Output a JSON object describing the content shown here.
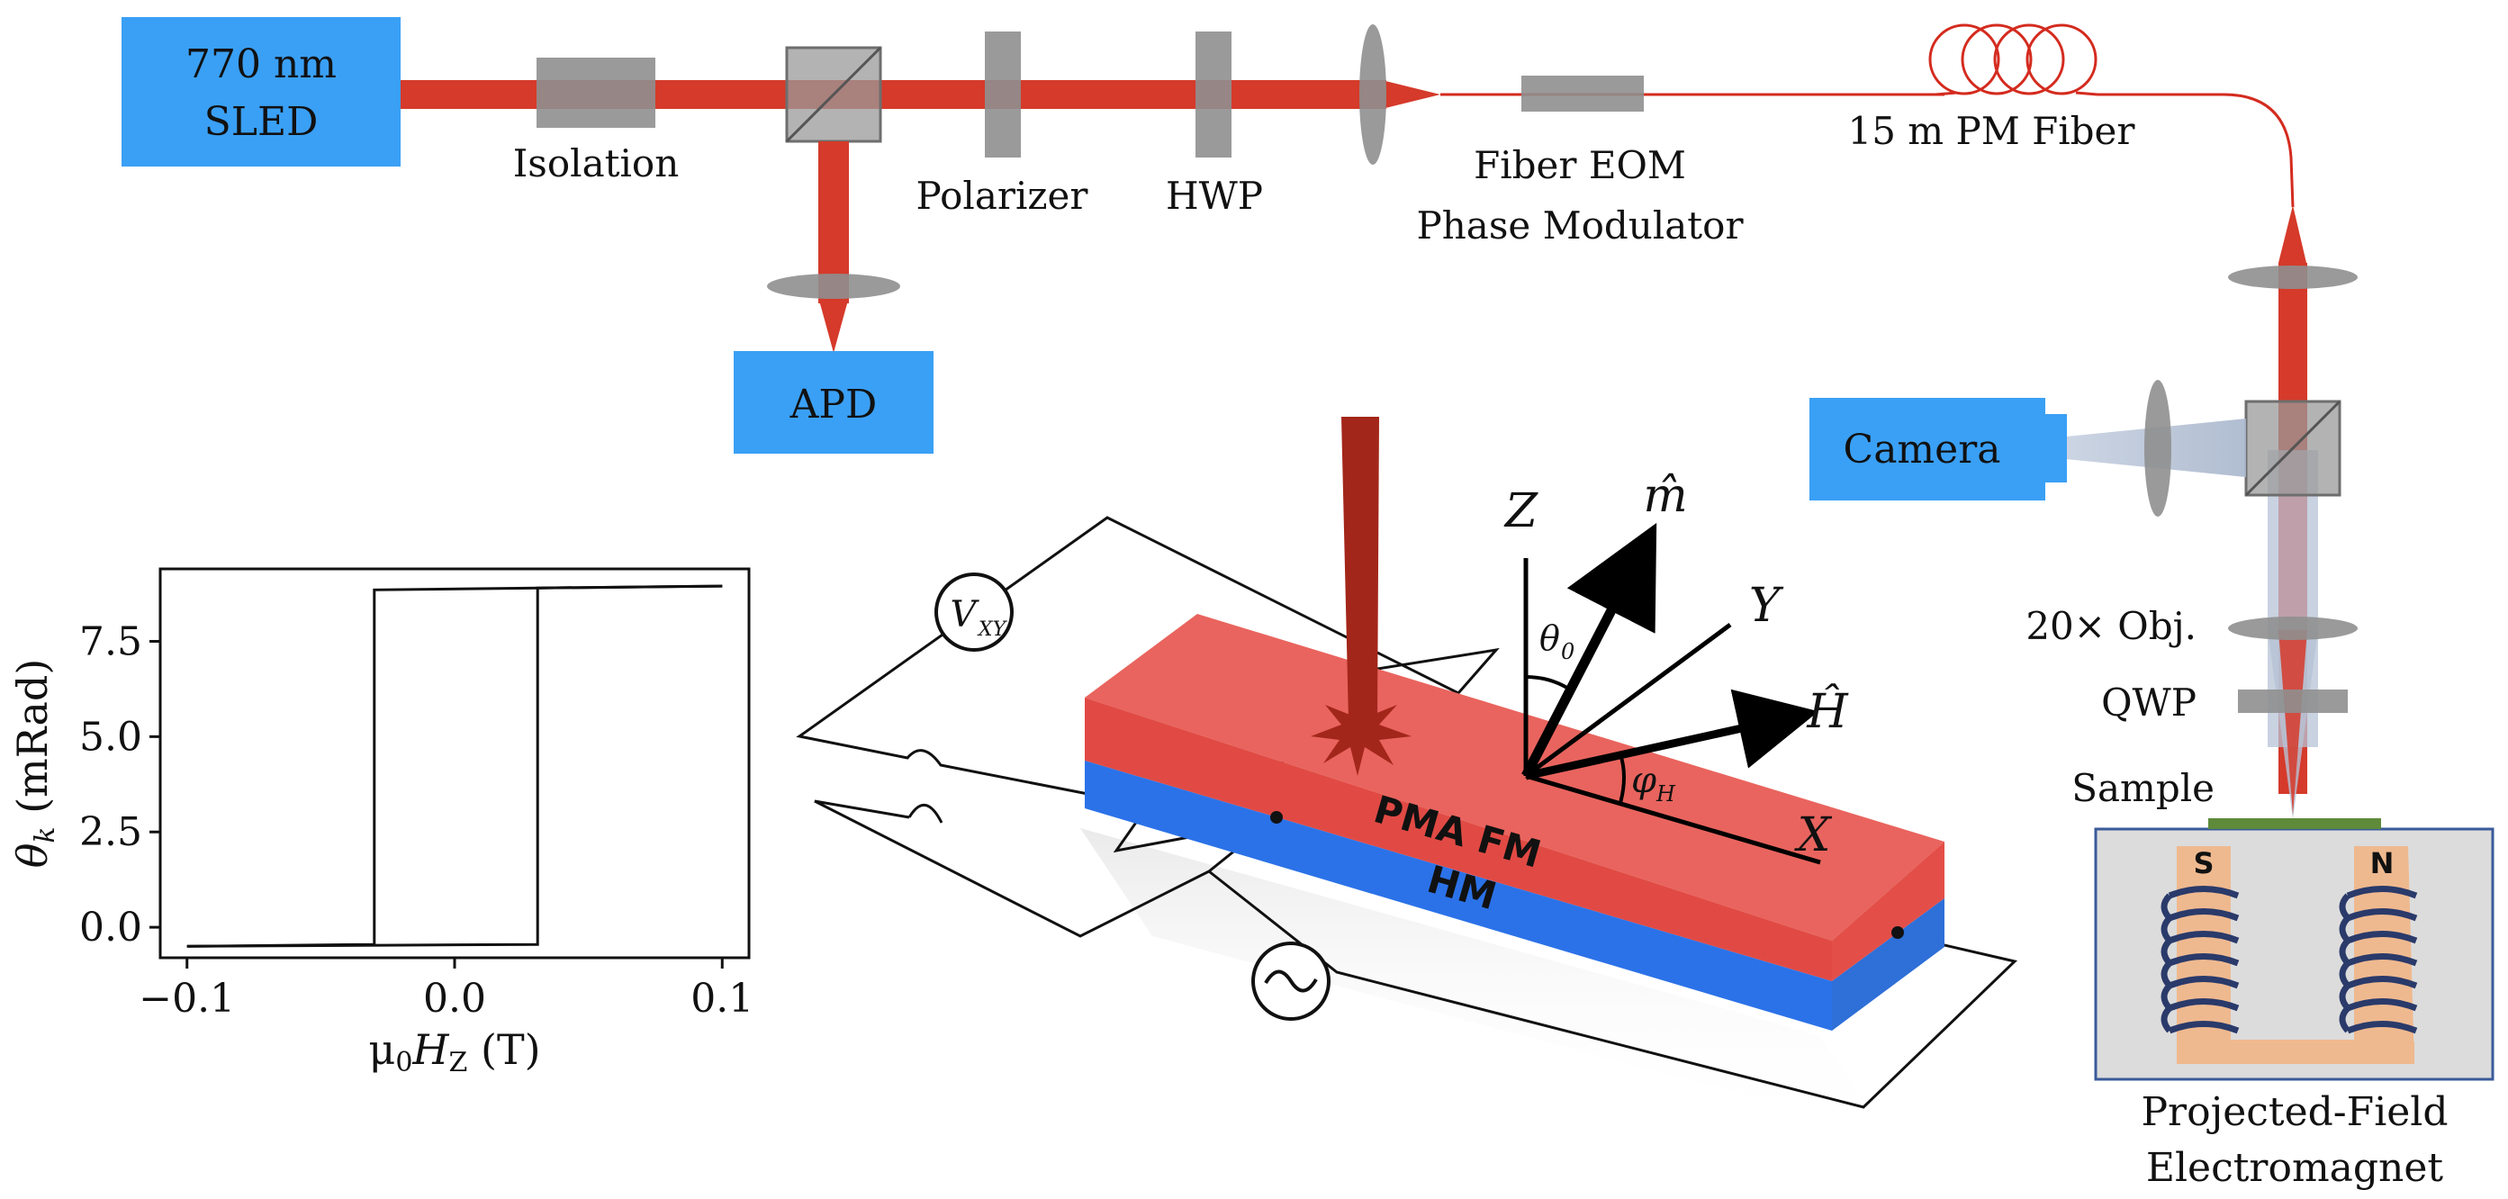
{
  "colors": {
    "box_blue": "#3aa0f5",
    "beam_red": "#d53a2a",
    "fiber_red": "#d42b1f",
    "optic_gray": "#8f8f8f",
    "pma_red": "#e8554f",
    "hm_blue": "#2b72e8",
    "magnet_tan": "#efb98f",
    "coil_navy": "#2a3a6a",
    "sample_green": "#5e8a3a",
    "magnet_frame": "#3a5a9a",
    "dark_red_beam": "#a3261a"
  },
  "boxes": {
    "sled_line1": "770 nm",
    "sled_line2": "SLED",
    "apd": "APD",
    "camera": "Camera"
  },
  "labels": {
    "isolation": "Isolation",
    "polarizer": "Polarizer",
    "hwp": "HWP",
    "eom_line1": "Fiber EOM",
    "eom_line2": "Phase Modulator",
    "fiber": "15 m PM Fiber",
    "objective": "20× Obj.",
    "qwp": "QWP",
    "sample": "Sample",
    "magnet_line1": "Projected-Field",
    "magnet_line2": "Electromagnet",
    "pole_s": "S",
    "pole_n": "N"
  },
  "device": {
    "pma_label": "PMA FM",
    "hm_label": "HM",
    "vxy_symbol": "V",
    "vxy_sub": "XY",
    "axis_z": "Z",
    "axis_y": "Y",
    "axis_x": "X",
    "m_hat": "m̂",
    "h_hat": "Ĥ",
    "theta0": "θ",
    "theta0_sub": "0",
    "phiH": "φ",
    "phiH_sub": "H"
  },
  "chart_data": {
    "type": "line",
    "title": "",
    "xlabel": "μ0HZ (T)",
    "xlabel_main": "μ",
    "xlabel_sub1": "0",
    "xlabel_mid": "H",
    "xlabel_sub2": "Z",
    "xlabel_unit": " (T)",
    "ylabel": "θk (mRad)",
    "ylabel_main": "θ",
    "ylabel_sub": "k",
    "ylabel_unit": " (mRad)",
    "xlim": [
      -0.11,
      0.11
    ],
    "ylim": [
      -0.8,
      9.4
    ],
    "xticks": [
      -0.1,
      0.0,
      0.1
    ],
    "xtick_labels": [
      "−0.1",
      "0.0",
      "0.1"
    ],
    "yticks": [
      0.0,
      2.5,
      5.0,
      7.5
    ],
    "ytick_labels": [
      "0.0",
      "2.5",
      "5.0",
      "7.5"
    ],
    "grid": false,
    "series": [
      {
        "x": [
          -0.1,
          -0.03,
          -0.03,
          0.031,
          0.1
        ],
        "y": [
          -0.5,
          -0.45,
          8.85,
          8.9,
          8.95
        ]
      },
      {
        "x": [
          -0.1,
          0.031,
          0.031,
          0.1
        ],
        "y": [
          -0.5,
          -0.45,
          8.9,
          8.95
        ]
      }
    ]
  }
}
